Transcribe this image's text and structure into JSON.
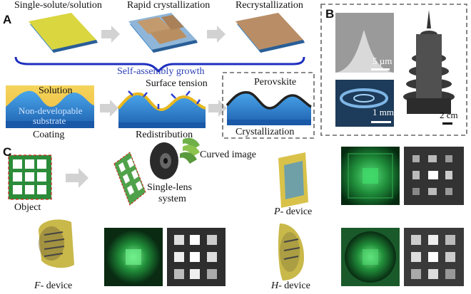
{
  "panels": {
    "a": "A",
    "b": "B",
    "c": "C"
  },
  "top_row": {
    "step1": "Single-solute/solution",
    "step2": "Rapid crystallization",
    "step3": "Recrystallization",
    "group": "Self-assembly growth"
  },
  "mid_row": {
    "solution": "Solution",
    "substrate_1": "Non-developable",
    "substrate_2": "substrate",
    "coating": "Coating",
    "surface_tension": "Surface tension",
    "redistribution": "Redistribution",
    "perovskite": "Perovskite",
    "crystallization": "Crystallization"
  },
  "panel_b": {
    "scale_1": "5 µm",
    "scale_2": "1 mm",
    "scale_3": "2 cm"
  },
  "panel_c": {
    "object": "Object",
    "curved_image": "Curved image",
    "lens_1": "Single-lens",
    "lens_2": "system",
    "p_device_letter": "P",
    "p_device_rest": "- device",
    "f_device_letter": "F",
    "f_device_rest": "- device",
    "h_device_letter": "H",
    "h_device_rest": "- device"
  },
  "colors": {
    "accent_blue": "#1f2fbf",
    "film_green": "#3c9a3c",
    "substrate_blue": "#2f7fd0"
  }
}
